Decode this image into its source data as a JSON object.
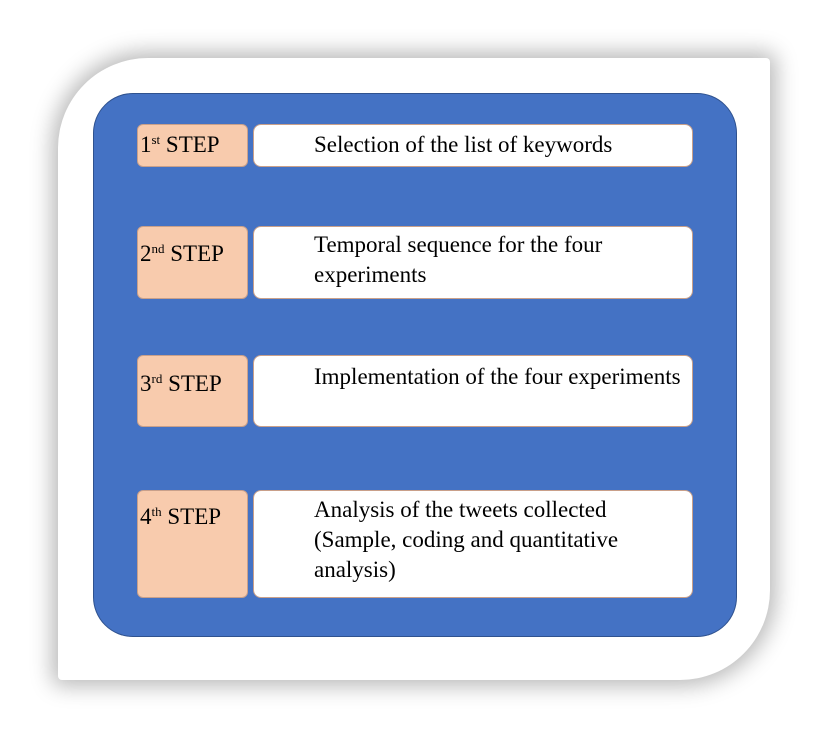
{
  "steps": [
    {
      "number": "1",
      "suffix": "st",
      "word": "STEP",
      "text": "Selection of the list of keywords"
    },
    {
      "number": "2",
      "suffix": "nd",
      "word": "STEP",
      "text": "Temporal sequence for the four experiments"
    },
    {
      "number": "3",
      "suffix": "rd",
      "word": "STEP",
      "text": "Implementation of the four experiments"
    },
    {
      "number": "4",
      "suffix": "th",
      "word": "STEP",
      "text": "Analysis of the tweets collected (Sample, coding and quantitative analysis)"
    }
  ],
  "colors": {
    "panel": "#4472c4",
    "step_label": "#f8cbad",
    "step_text": "#ffffff"
  }
}
